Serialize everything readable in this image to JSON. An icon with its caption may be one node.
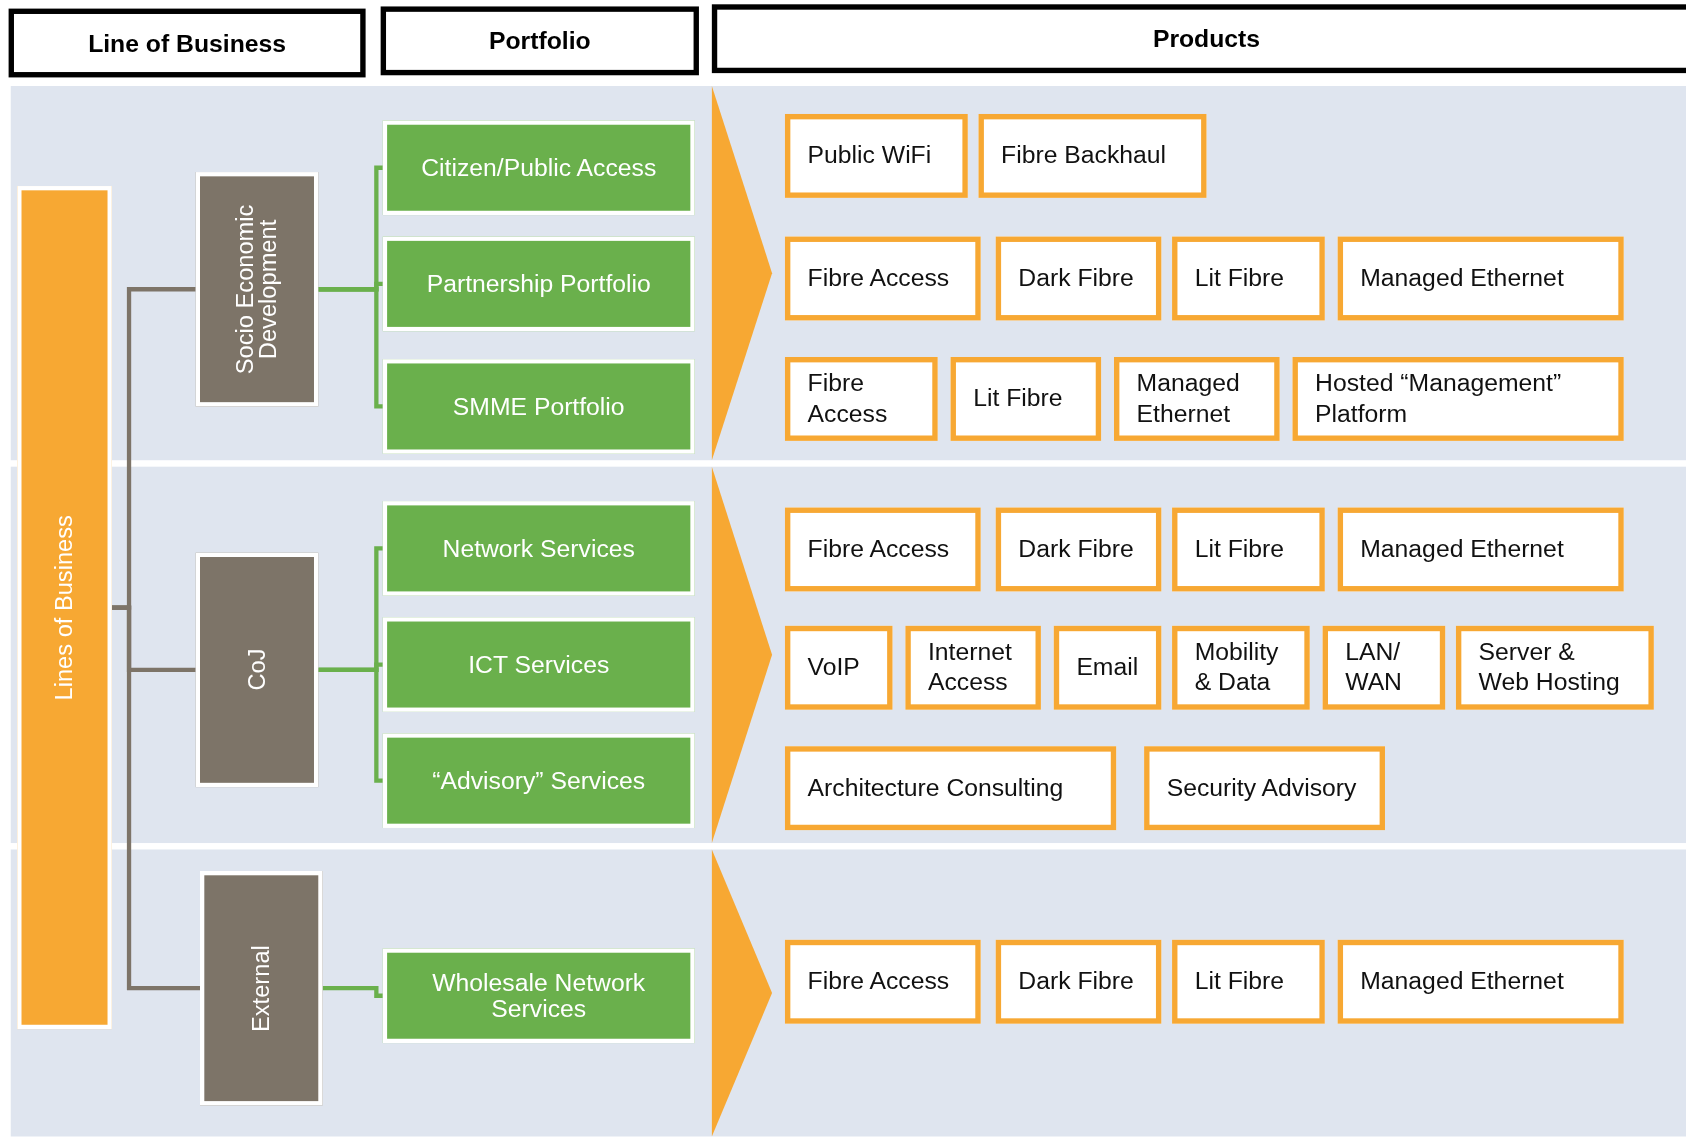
{
  "diagram": {
    "nodes": [
      {
        "text": [
          "Line of Business"
        ]
      },
      {
        "text": [
          "Portfolio"
        ]
      },
      {
        "text": [
          "Products"
        ]
      },
      {
        "text": [
          "Lines of Business"
        ]
      },
      {
        "text": [
          "Socio Economic Development"
        ]
      },
      {
        "text": [
          "CoJ"
        ]
      },
      {
        "text": [
          "External"
        ]
      },
      {
        "text": [
          "Citizen/Public  Access"
        ]
      },
      {
        "text": [
          "Partnership Portfolio"
        ]
      },
      {
        "text": [
          "SMME Portfolio"
        ]
      },
      {
        "text": [
          "Network Services"
        ]
      },
      {
        "text": [
          "ICT Services"
        ]
      },
      {
        "text": [
          "“Advisory” Services"
        ]
      },
      {
        "text": [
          "Wholesale Network Services"
        ]
      },
      {
        "text": [
          "Public WiFi"
        ]
      },
      {
        "text": [
          "Fibre Backhaul"
        ]
      },
      {
        "text": [
          "Fibre Access"
        ]
      },
      {
        "text": [
          "Dark Fibre"
        ]
      },
      {
        "text": [
          "Lit Fibre"
        ]
      },
      {
        "text": [
          "Managed Ethernet"
        ]
      },
      {
        "text": [
          "Fibre Access"
        ]
      },
      {
        "text": [
          "Lit Fibre"
        ]
      },
      {
        "text": [
          "Managed Ethernet"
        ]
      },
      {
        "text": [
          "Hosted “Management” Platform"
        ]
      },
      {
        "text": [
          "Fibre Access"
        ]
      },
      {
        "text": [
          "Dark Fibre"
        ]
      },
      {
        "text": [
          "Lit Fibre"
        ]
      },
      {
        "text": [
          "Managed Ethernet"
        ]
      },
      {
        "text": [
          "VoIP"
        ]
      },
      {
        "text": [
          "Internet Access"
        ]
      },
      {
        "text": [
          "Email"
        ]
      },
      {
        "text": [
          "Mobility & Data"
        ]
      },
      {
        "text": [
          "LAN/ WAN"
        ]
      },
      {
        "text": [
          "Server & Web Hosting"
        ]
      },
      {
        "text": [
          "Architecture Consulting"
        ]
      },
      {
        "text": [
          "Security Advisory"
        ]
      },
      {
        "text": [
          "Fibre Access"
        ]
      },
      {
        "text": [
          "Dark Fibre"
        ]
      },
      {
        "text": [
          "Lit Fibre"
        ]
      },
      {
        "text": [
          "Managed Ethernet"
        ]
      }
    ],
    "edges": [
      {
        "from": 3,
        "to": 4,
        "arrow": "none",
        "color": "#7d7468"
      },
      {
        "from": 3,
        "to": 5,
        "arrow": "none",
        "color": "#7d7468"
      },
      {
        "from": 3,
        "to": 6,
        "arrow": "none",
        "color": "#7d7468"
      },
      {
        "from": 4,
        "to": 7,
        "arrow": "none"
      },
      {
        "from": 4,
        "to": 8,
        "arrow": "none"
      },
      {
        "from": 4,
        "to": 9,
        "arrow": "none"
      },
      {
        "from": 5,
        "to": 10,
        "arrow": "none"
      },
      {
        "from": 5,
        "to": 11,
        "arrow": "none"
      },
      {
        "from": 5,
        "to": 12,
        "arrow": "none"
      },
      {
        "from": 6,
        "to": 13,
        "arrow": "none"
      }
    ]
  }
}
